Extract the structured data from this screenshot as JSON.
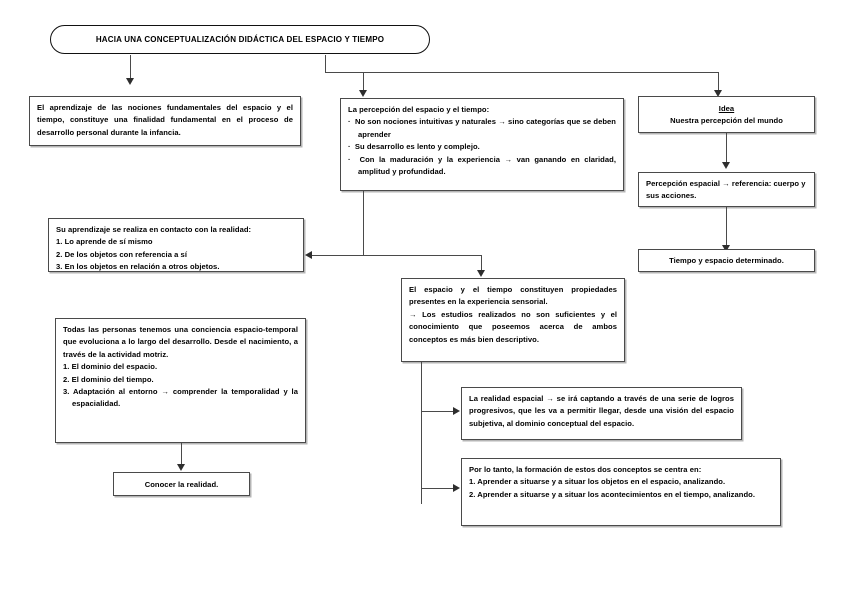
{
  "diagram": {
    "title": "HACIA UNA CONCEPTUALIZACIÓN DIDÁCTICA DEL ESPACIO Y TIEMPO",
    "nodes": {
      "aprendizaje_nociones": {
        "text": "El aprendizaje de las nociones fundamentales del espacio y el tiempo, constituye una finalidad fundamental en el proceso de desarrollo personal durante la infancia."
      },
      "percepcion_espacio_tiempo": {
        "heading": "La percepción del espacio y el tiempo:",
        "bullets": [
          "No son nociones intuitivas y naturales → sino categorías que se deben aprender",
          "Su desarrollo es lento y complejo.",
          "Con la maduración y la experiencia → van ganando en claridad, amplitud y profundidad."
        ]
      },
      "idea": {
        "heading": "Idea",
        "text": "Nuestra percepción del mundo"
      },
      "percepcion_espacial": {
        "text": "Percepción espacial → referencia: cuerpo y sus acciones."
      },
      "tiempo_espacio_determinado": {
        "text": "Tiempo y espacio determinado."
      },
      "su_aprendizaje": {
        "heading": "Su aprendizaje se realiza en contacto con la realidad:",
        "items": [
          "1. Lo aprende de sí mismo",
          "2. De los objetos con referencia a sí",
          "3. En los objetos en relación a otros objetos."
        ]
      },
      "conciencia_espacio_temporal": {
        "text": "Todas las personas tenemos una conciencia espacio-temporal que evoluciona a lo largo del desarrollo. Desde el nacimiento, a través de la actividad motriz.",
        "items": [
          "1. El dominio del espacio.",
          "2. El dominio del tiempo.",
          "3. Adaptación al entorno → comprender la temporalidad y la espacialidad."
        ]
      },
      "conocer_realidad": {
        "text": "Conocer la realidad."
      },
      "espacio_tiempo_propiedades": {
        "line1": "El espacio y el tiempo constituyen propiedades presentes en la experiencia sensorial.",
        "line2": "→ Los estudios realizados no son suficientes y el conocimiento que poseemos acerca de ambos conceptos es más bien descriptivo."
      },
      "realidad_espacial": {
        "text": "La realidad espacial → se irá captando a través de una serie de logros progresivos, que les va a permitir llegar, desde una visión del espacio subjetiva, al dominio conceptual del espacio."
      },
      "formacion_conceptos": {
        "heading": "Por lo tanto, la formación de estos dos conceptos se centra en:",
        "items": [
          "1. Aprender a situarse y a situar los objetos en el espacio, analizando.",
          "2. Aprender a situarse y a situar los acontecimientos en el tiempo, analizando."
        ]
      }
    },
    "colors": {
      "line": "#4a4a4a",
      "arrow": "#2e2e2e",
      "border": "#4a4a4a",
      "background": "#ffffff",
      "text": "#000000"
    }
  }
}
